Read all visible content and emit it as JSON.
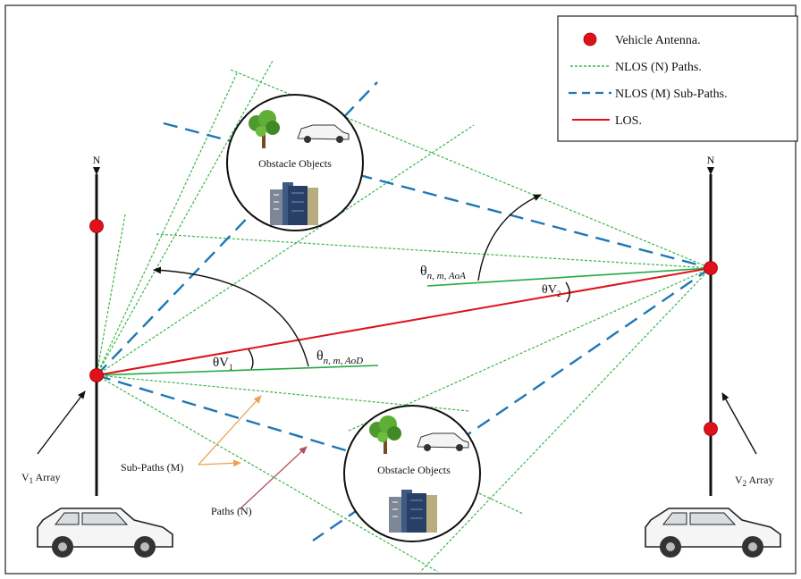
{
  "legend": {
    "items": [
      {
        "label": "Vehicle Antenna.",
        "type": "dot",
        "color": "#e0111b"
      },
      {
        "label": "NLOS (N) Paths.",
        "type": "dotted-line",
        "color": "#39b54a"
      },
      {
        "label": "NLOS (M) Sub-Paths.",
        "type": "dashed-line",
        "color": "#1f77b4"
      },
      {
        "label": "LOS.",
        "type": "solid-line",
        "color": "#e0111b"
      }
    ]
  },
  "obstacles": {
    "top": {
      "label": "Obstacle Objects",
      "icons": [
        "tree-icon",
        "car-icon",
        "buildings-icon"
      ]
    },
    "bottom": {
      "label": "Obstacle Objects",
      "icons": [
        "tree-icon",
        "car-icon",
        "buildings-icon"
      ]
    }
  },
  "arrays": {
    "left": {
      "north_label": "N",
      "array_label_prefix": "V",
      "array_label_sub": "1",
      "array_label_suffix": " Array"
    },
    "right": {
      "north_label": "N",
      "array_label_prefix": "V",
      "array_label_sub": "2",
      "array_label_suffix": " Array"
    }
  },
  "angles": {
    "theta_v1": {
      "main": "θV",
      "sub": "1"
    },
    "theta_v2": {
      "main": "θV",
      "sub": "2"
    },
    "theta_aod": {
      "main": "θ",
      "sub": "n, m, AoD"
    },
    "theta_aoa": {
      "main": "θ",
      "sub": "n, m, AoA"
    }
  },
  "annotations": {
    "sub_paths": "Sub-Paths (M)",
    "paths": "Paths (N)"
  },
  "colors": {
    "los": "#e0111b",
    "nlos_paths": "#39b54a",
    "nlos_subpaths": "#1f77b4",
    "orientation": "#22aa44",
    "arrow_orange": "#f0a050",
    "arrow_maroon": "#b05060"
  }
}
